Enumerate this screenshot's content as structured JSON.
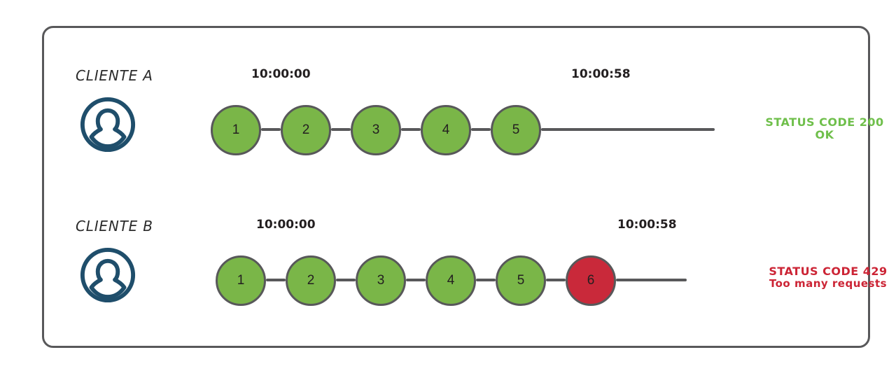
{
  "diagram": {
    "title_present": false,
    "colors": {
      "ok_green": "#7ab648",
      "ok_text_green": "#6fbf4b",
      "error_red": "#c9293a",
      "error_text_red": "#cc2435",
      "stroke_gray": "#58585a",
      "avatar_blue": "#1f4e6b",
      "text_dark": "#231f20"
    },
    "lanes": [
      {
        "id": "a",
        "label": "CLIENTE A",
        "avatar_icon": "user-avatar-icon",
        "start_time": "10:00:00",
        "end_time": "10:00:58",
        "nodes": [
          {
            "label": "1",
            "state": "ok"
          },
          {
            "label": "2",
            "state": "ok"
          },
          {
            "label": "3",
            "state": "ok"
          },
          {
            "label": "4",
            "state": "ok"
          },
          {
            "label": "5",
            "state": "ok"
          }
        ],
        "status": {
          "line1": "STATUS CODE 200",
          "line2": "OK",
          "state": "ok"
        }
      },
      {
        "id": "b",
        "label": "CLIENTE B",
        "avatar_icon": "user-avatar-icon",
        "start_time": "10:00:00",
        "end_time": "10:00:58",
        "nodes": [
          {
            "label": "1",
            "state": "ok"
          },
          {
            "label": "2",
            "state": "ok"
          },
          {
            "label": "3",
            "state": "ok"
          },
          {
            "label": "4",
            "state": "ok"
          },
          {
            "label": "5",
            "state": "ok"
          },
          {
            "label": "6",
            "state": "error"
          }
        ],
        "status": {
          "line1": "STATUS CODE 429",
          "line2": "Too many requests",
          "state": "error"
        }
      }
    ]
  }
}
